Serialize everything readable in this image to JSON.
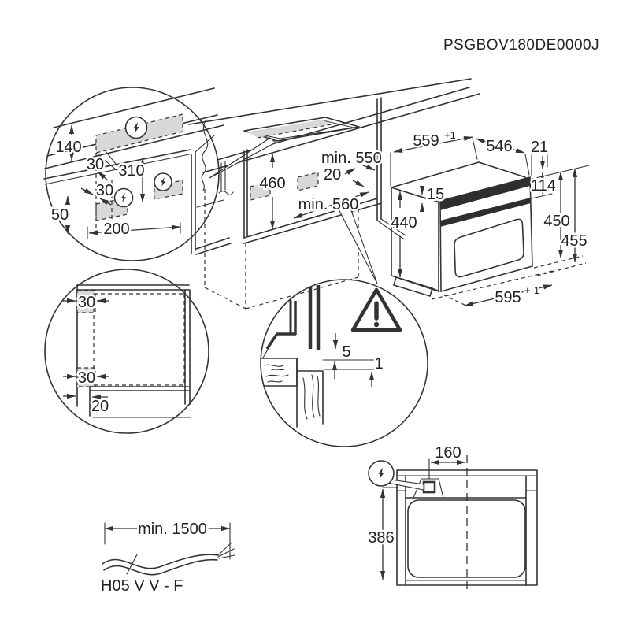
{
  "title": "PSGBOV180DE0000J",
  "colors": {
    "line": "#333333",
    "zone_gray": "#d8d8d8"
  },
  "icons": {
    "electrical": "lightning-icon",
    "warning": "warning-triangle-icon"
  },
  "detail_top_circle": {
    "d140": "140",
    "d30_upper": "30",
    "d310": "310",
    "d30_lower": "30",
    "d50": "50",
    "d200": "200"
  },
  "cabinet_view": {
    "d460": "460",
    "min_depth": "min. 550",
    "d20": "20",
    "min_width": "min. 560"
  },
  "oven_view": {
    "d559": "559",
    "d559_tol": "+1",
    "d546": "546",
    "d21": "21",
    "d15": "15",
    "d440": "440",
    "d114": "114",
    "d450": "450",
    "d455": "455",
    "d595": "595",
    "d595_tol": "+-1"
  },
  "niche_front_circle": {
    "d30_top": "30",
    "d30_bottom": "30",
    "d20": "20"
  },
  "gap_detail_circle": {
    "d5": "5",
    "d1": "1"
  },
  "plan_view": {
    "d160": "160",
    "d386": "386"
  },
  "cable_detail": {
    "length": "min. 1500",
    "cable_type": "H05 V V - F"
  }
}
